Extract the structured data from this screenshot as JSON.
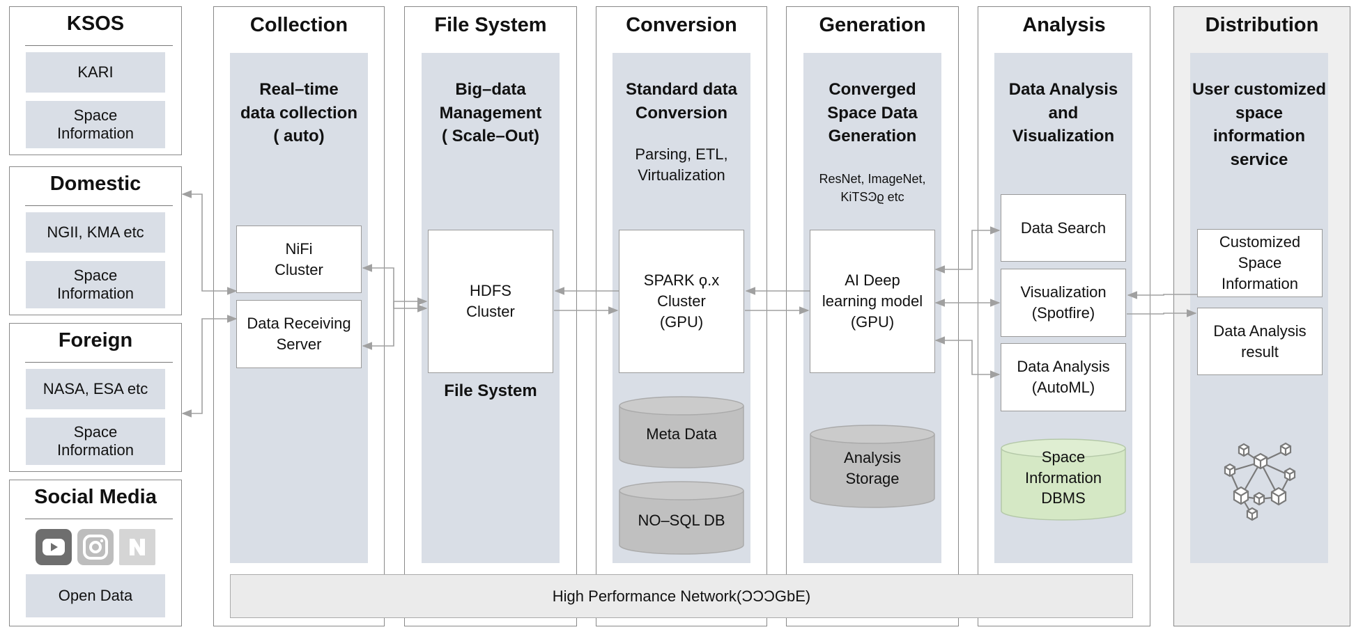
{
  "colors": {
    "column_fill": "#d9dee6",
    "arrow": "#a0a0a0",
    "cylinder_gray": "#c0c0c0",
    "cylinder_green": "#d5e8c5"
  },
  "sources": {
    "ksos": {
      "title": "KSOS",
      "items": [
        "KARI",
        "Space\nInformation"
      ]
    },
    "domestic": {
      "title": "Domestic",
      "items": [
        "NGII, KMA etc",
        "Space\nInformation"
      ]
    },
    "foreign": {
      "title": "Foreign",
      "items": [
        "NASA, ESA etc",
        "Space\nInformation"
      ]
    },
    "social": {
      "title": "Social Media",
      "icons": [
        "youtube-icon",
        "instagram-icon",
        "naver-icon"
      ],
      "items": [
        "Open Data"
      ]
    }
  },
  "collection": {
    "title": "Collection",
    "heading": "Real–time\ndata collection\n( auto)",
    "nifi": "NiFi\nCluster",
    "receiver": "Data Receiving\nServer"
  },
  "filesystem": {
    "title": "File System",
    "heading": "Big–data\nManagement\n( Scale–Out)",
    "hdfs": "HDFS\nCluster",
    "label": "File System"
  },
  "conversion": {
    "title": "Conversion",
    "heading": "Standard data\nConversion",
    "sub": "Parsing, ETL,\nVirtualization",
    "spark": "SPARK ϙ.x\nCluster\n(GPU)",
    "meta": "Meta Data",
    "nosql": "NO–SQL DB"
  },
  "generation": {
    "title": "Generation",
    "heading": "Converged\nSpace Data\nGeneration",
    "sub": "ResNet,  ImageNet,\nKiTSϿϱ etc",
    "ai": "AI Deep\nlearning model\n(GPU)",
    "storage": "Analysis\nStorage"
  },
  "analysis": {
    "title": "Analysis",
    "heading": "Data Analysis and\nVisualization",
    "search": "Data Search",
    "viz": "Visualization\n(Spotfire)",
    "automl": "Data Analysis\n(AutoML)",
    "dbms": "Space\nInformation\nDBMS"
  },
  "distribution": {
    "title": "Distribution",
    "heading": "User customized\nspace information\nservice",
    "custom": "Customized\nSpace\nInformation",
    "result": "Data Analysis\nresult",
    "icon": "network-cubes-icon"
  },
  "network": {
    "label": "High Performance Network(ϽϽϽGbE)"
  }
}
